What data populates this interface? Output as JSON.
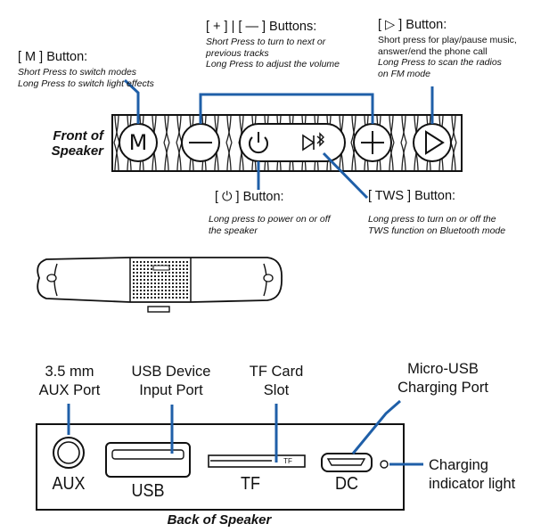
{
  "front": {
    "label": "Front of Speaker",
    "m_button": {
      "title": "[ M ] Button:",
      "line1": "Short Press to switch modes",
      "line2": "Long Press to switch light effects",
      "glyph": "M"
    },
    "plus_minus_button": {
      "title": "[ + ] | [ — ] Buttons:",
      "line1": "Short Press to turn to next or",
      "line2": "previous tracks",
      "line3": "Long Press to adjust the volume"
    },
    "play_button": {
      "title": "[ ▷ ] Button:",
      "line1": "Short press for play/pause music,",
      "line2": "answer/end the phone call",
      "line3": "Long Press to scan the radios",
      "line4": "on FM mode"
    },
    "power_button": {
      "title": "[ ⏻ ] Button:",
      "line1": "Long press to power on or off",
      "line2": "the speaker"
    },
    "tws_button": {
      "title": "[ TWS ] Button:",
      "line1": "Long press to turn on or off the",
      "line2": "TWS function on Bluetooth mode"
    }
  },
  "back": {
    "label": "Back of Speaker",
    "aux": {
      "title_line1": "3.5 mm",
      "title_line2": "AUX Port",
      "panel_label": "AUX"
    },
    "usb": {
      "title_line1": "USB Device",
      "title_line2": "Input Port",
      "panel_label": "USB"
    },
    "tf": {
      "title_line1": "TF Card",
      "title_line2": "Slot",
      "panel_label": "TF",
      "slot_label": "TF"
    },
    "dc": {
      "title_line1": "Micro-USB",
      "title_line2": "Charging Port",
      "panel_label": "DC"
    },
    "indicator": {
      "line1": "Charging",
      "line2": "indicator light"
    }
  },
  "colors": {
    "accent": "#1f5fa8",
    "line": "#111111",
    "panel_fill": "#ffffff"
  }
}
